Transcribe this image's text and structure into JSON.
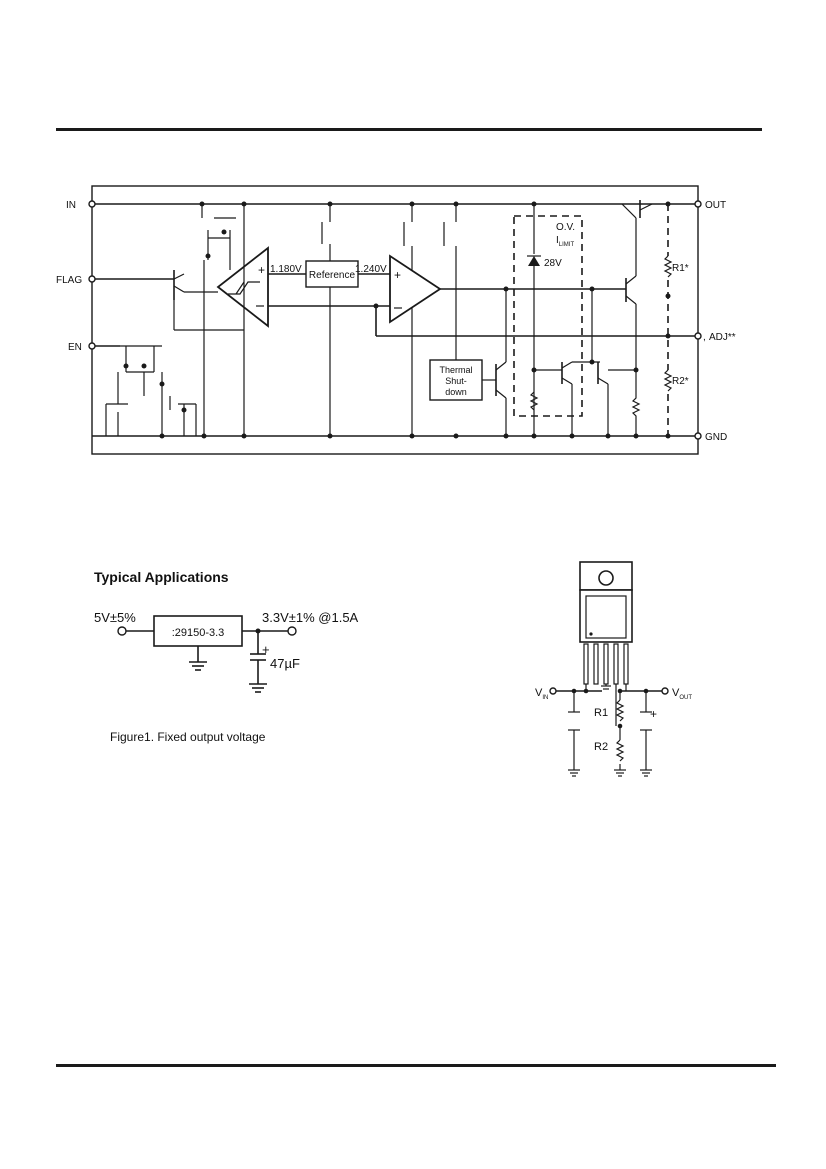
{
  "block_diagram": {
    "pins": {
      "in": "IN",
      "flag": "FLAG",
      "en": "EN",
      "out": "OUT",
      "adj": "ADJ**",
      "gnd": "GND"
    },
    "voltages": {
      "v1": "1.180V",
      "v2": "1.240V",
      "zener": "28V"
    },
    "blocks": {
      "reference": "Reference",
      "thermal_line1": "Thermal",
      "thermal_line2": "Shut-",
      "thermal_line3": "down"
    },
    "ov_label": "O.V.",
    "ilimit_label": "I",
    "ilimit_sub": "LIMIT",
    "r1": "R1*",
    "r2": "R2*"
  },
  "typical_applications": {
    "heading": "Typical Applications",
    "vin_label": "5V±5%",
    "vout_label": "3.3V±1% @1.5A",
    "ic_label": ":29150-3.3",
    "cap_plus": "+",
    "cap_label": "47µF",
    "caption": "Figure1. Fixed output voltage"
  },
  "adjustable_circuit": {
    "vin": "V",
    "vin_sub": "IN",
    "vout": "V",
    "vout_sub": "OUT",
    "r1": "R1",
    "r2": "R2",
    "plus": "+"
  }
}
